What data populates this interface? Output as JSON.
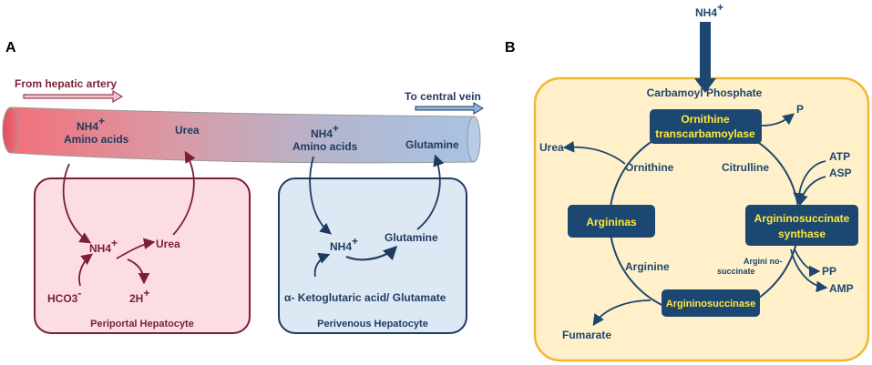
{
  "panel_a": {
    "letter": "A",
    "from_artery": "From hepatic artery",
    "to_vein": "To central vein",
    "vessel_periportal": {
      "nh4": "NH4",
      "nh4_charge": "+",
      "amino_acids": "Amino acids",
      "urea": "Urea"
    },
    "vessel_perivenous": {
      "nh4": "NH4",
      "nh4_charge": "+",
      "amino_acids": "Amino acids",
      "glutamine": "Glutamine"
    },
    "periportal": {
      "title": "Periportal Hepatocyte",
      "nh4": "NH4",
      "nh4_charge": "+",
      "urea": "Urea",
      "hco3": "HCO3",
      "hco3_charge": "-",
      "h": "2H",
      "h_charge": "+"
    },
    "perivenous": {
      "title": "Perivenous Hepatocyte",
      "nh4": "NH4",
      "nh4_charge": "+",
      "glutamine": "Glutamine",
      "substrate": "α- Ketoglutaric acid/ Glutamate"
    }
  },
  "panel_b": {
    "letter": "B",
    "nh4_top": "NH4",
    "nh4_top_charge": "+",
    "carbamoyl": "Carbamoyl Phosphate",
    "enzymes": {
      "otc_line1": "Ornithine",
      "otc_line2": "transcarbamoylase",
      "arginase": "Argininas",
      "ass_line1": "Argininosuccinate",
      "ass_line2": "synthase",
      "asl": "Argininosuccinase"
    },
    "metabolites": {
      "ornithine": "Ornithine",
      "citrulline": "Citrulline",
      "arginine": "Arginine",
      "as_line1": "Argini no-",
      "as_line2": "succinate",
      "urea": "Urea",
      "fumarate": "Fumarate",
      "p": "P",
      "atp": "ATP",
      "asp": "ASP",
      "pp": "PP",
      "amp": "AMP"
    }
  },
  "colors": {
    "periportal_dark": "#7a1f35",
    "periportal_fill": "#fbdde3",
    "perivenous_dark": "#1f3a5f",
    "perivenous_fill": "#dde8f5",
    "cycle_dark": "#1c4770",
    "cycle_fill": "#fff0c9",
    "cycle_border": "#f2b632",
    "enzyme_text": "#ffe93a"
  }
}
